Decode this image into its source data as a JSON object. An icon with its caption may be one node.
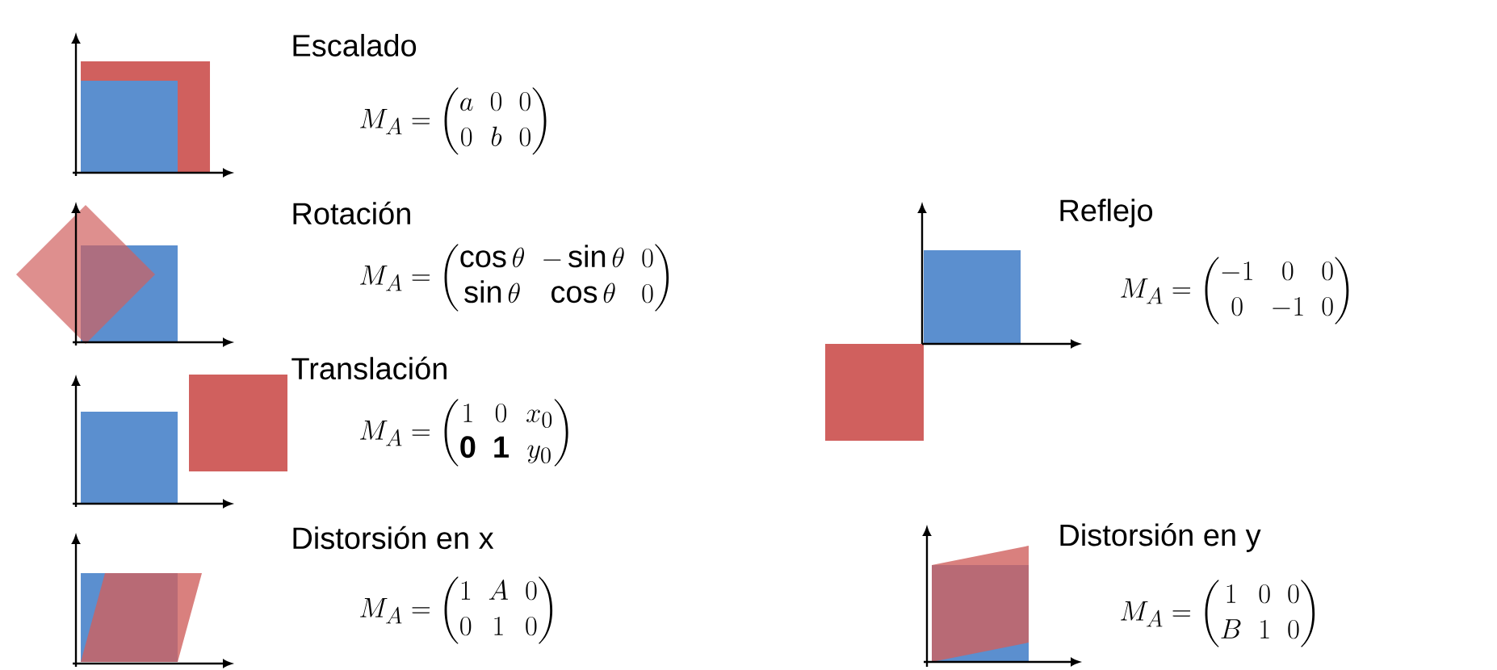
{
  "diagram": {
    "labels": [
      "Escalado",
      "M_A = \\begin{pmatrix} a & 0 & 0 \\\\ 0 & b & 0 \\end{pmatrix}",
      "Rotación",
      "M_A = \\begin{pmatrix} \\cos\\theta & -\\sin\\theta & 0 \\\\ \\sin\\theta & \\cos\\theta & 0 \\end{pmatrix}",
      "Reflejo",
      "M_A = \\begin{pmatrix} -1 & 0 & 0 \\\\ 0 & -1 & 0 \\end{pmatrix}",
      "Translación",
      "M_A = \\begin{pmatrix} 1 & 0 & x_0 \\\\ \\mathbf{0} & \\mathbf{1} & y_0 \\end{pmatrix}",
      "Distorsión en x",
      "M_A = \\begin{pmatrix} 1 & A & 0 \\\\ 0 & 1 & 0 \\end{pmatrix}",
      "Distorsión en y",
      "M_A = \\begin{pmatrix} 1 & 0 & 0 \\\\ B & 1 & 0 \\end{pmatrix}"
    ]
  }
}
